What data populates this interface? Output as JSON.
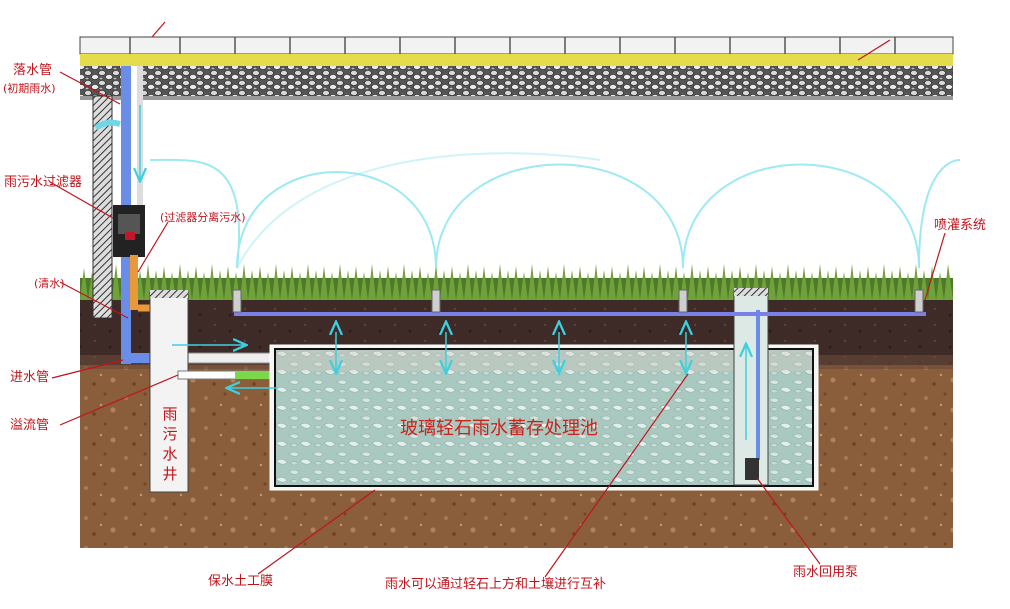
{
  "labels": {
    "downpipe": "落水管",
    "downpipe_note": "(初期雨水)",
    "filter": "雨污水过滤器",
    "filter_note": "(过滤器分离污水)",
    "clean_water": "(清水)",
    "inlet_pipe": "进水管",
    "overflow_pipe": "溢流管",
    "sewage_well": [
      "雨",
      "污",
      "水",
      "井"
    ],
    "tank": "玻璃轻石雨水蓄存处理池",
    "irrigation": "喷灌系统",
    "geomembrane": "保水土工膜",
    "replenish": "雨水可以通过轻石上方和土壤进行互补",
    "pump": "雨水回用泵"
  },
  "colors": {
    "label": "#c0141c",
    "water_arc": "#7fe3f0",
    "pipe_blue": "#6a8ee8",
    "pipe_orange": "#e89a3a",
    "overflow_green": "#7bd84a",
    "gravel_yellow": "#e8e050"
  }
}
